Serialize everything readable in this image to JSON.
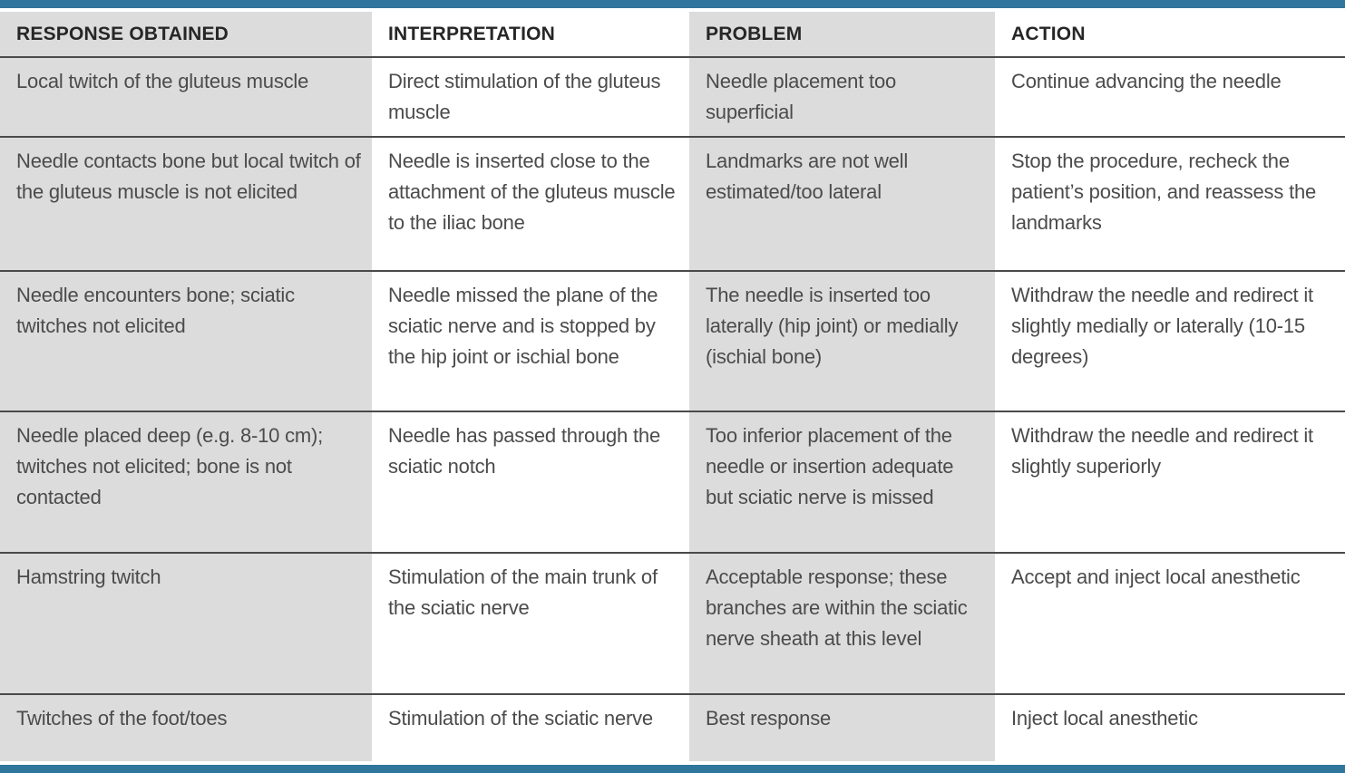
{
  "table": {
    "columns": [
      "RESPONSE OBTAINED",
      "INTERPRETATION",
      "PROBLEM",
      "ACTION"
    ],
    "rows": [
      [
        "Local twitch of the gluteus muscle",
        "Direct stimulation of the gluteus muscle",
        "Needle placement too superficial",
        "Continue advancing the needle"
      ],
      [
        "Needle contacts bone but local twitch of the gluteus muscle is not elicited",
        "Needle is inserted close to the attachment of the gluteus muscle to the iliac bone",
        "Landmarks are not well estimated/too lateral",
        "Stop the procedure, recheck the patient’s position, and reassess the landmarks"
      ],
      [
        "Needle encounters bone; sciatic twitches not elicited",
        "Needle missed the plane of the sciatic nerve and is stopped by the hip joint or ischial bone",
        "The needle is inserted too laterally (hip joint) or medially (ischial bone)",
        "Withdraw the needle and redi­rect it slightly medially or later­ally (10-15 degrees)"
      ],
      [
        "Needle placed deep (e.g. 8-10 cm); twitches not elicited; bone is not contacted",
        "Needle has passed through the sciatic notch",
        "Too inferior placement of the needle or insertion adequate but sciatic nerve is missed",
        "Withdraw the needle and redirect it slightly superiorly"
      ],
      [
        "Hamstring twitch",
        "Stimulation of the main trunk of the sciatic nerve",
        "Acceptable response; these branches are within the sciatic nerve sheath at this level",
        "Accept and inject local anesthetic"
      ],
      [
        "Twitches of the foot/toes",
        "Stimulation of the sciatic nerve",
        "Best response",
        "Inject local anesthetic"
      ]
    ]
  },
  "colors": {
    "accent_bar": "#30759b",
    "column_shade": "#dcdcdc",
    "header_text": "#262626",
    "body_text": "#4b4b4b",
    "row_line": "#4a4a4a"
  }
}
